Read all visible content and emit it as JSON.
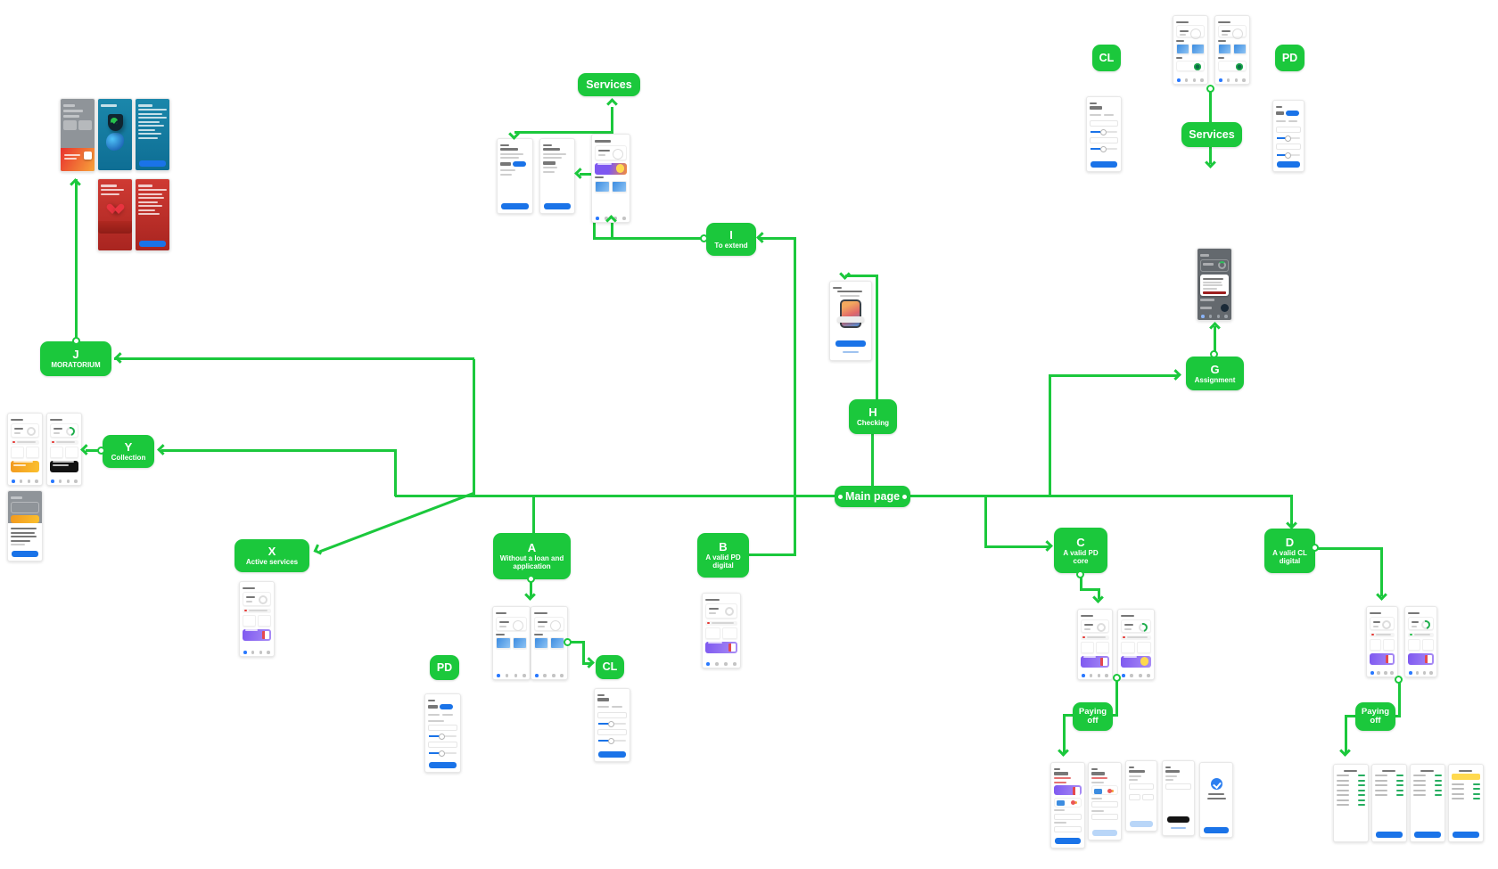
{
  "colors": {
    "accent_green": "#1bc83c",
    "primary_blue": "#1a73e8",
    "alert_red": "#e53935",
    "success_green": "#27c24c",
    "banner_purple": "#7e58f0",
    "banner_orange": "#f2991f",
    "highlight_yellow": "#ffd94f"
  },
  "nodes": {
    "services_top": {
      "label": "Services"
    },
    "cl_top": {
      "label": "CL"
    },
    "pd_top": {
      "label": "PD"
    },
    "services_right": {
      "label": "Services"
    },
    "i": {
      "letter": "I",
      "sub": "To extend"
    },
    "j": {
      "letter": "J",
      "sub": "MORATORIUM"
    },
    "y": {
      "letter": "Y",
      "sub": "Collection"
    },
    "x": {
      "letter": "X",
      "sub": "Active services"
    },
    "a": {
      "letter": "A",
      "sub": "Without a loan and application"
    },
    "b": {
      "letter": "B",
      "sub": "A valid PD digital"
    },
    "main": {
      "label": "Main page"
    },
    "h": {
      "letter": "H",
      "sub": "Checking"
    },
    "c": {
      "letter": "C",
      "sub": "A valid PD core"
    },
    "d": {
      "letter": "D",
      "sub": "A valid CL digital"
    },
    "g": {
      "letter": "G",
      "sub": "Assignment"
    },
    "pd_bottom": {
      "label": "PD"
    },
    "cl_bottom": {
      "label": "CL"
    },
    "paying_off_left": {
      "label": "Paying off"
    },
    "paying_off_right": {
      "label": "Paying off"
    }
  }
}
